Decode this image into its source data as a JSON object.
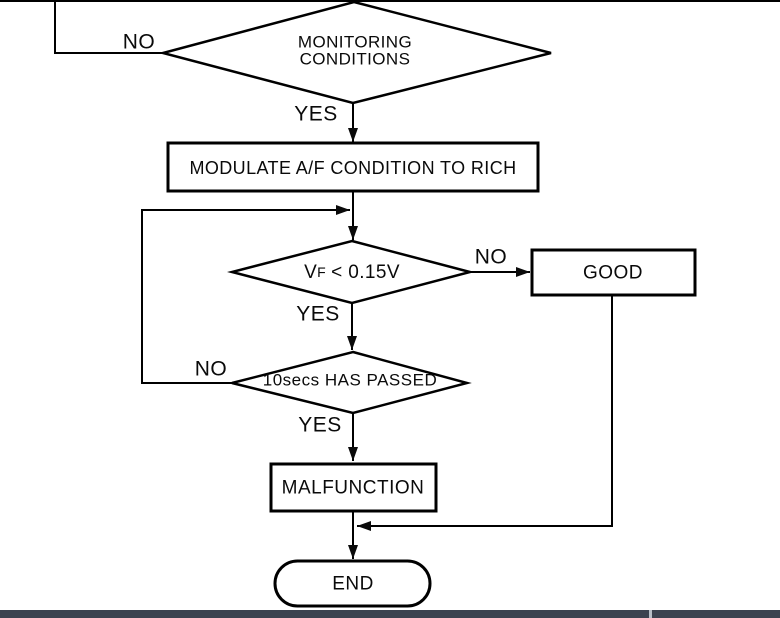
{
  "canvas": {
    "background": "#ffffff",
    "ink": "#000000",
    "top_border_color": "#000000"
  },
  "nodes": {
    "monitoring": {
      "line1": "MONITORING",
      "line2": "CONDITIONS"
    },
    "modulate": {
      "label": "MODULATE A/F CONDITION TO RICH"
    },
    "vf": {
      "base": "V",
      "subscript": "F",
      "rest": "< 0.15V"
    },
    "good": {
      "label": "GOOD"
    },
    "tensecs": {
      "label": "10secs HAS PASSED"
    },
    "malfunction": {
      "label": "MALFUNCTION"
    },
    "end": {
      "label": "END"
    }
  },
  "edge_labels": {
    "monitoring_no": "NO",
    "monitoring_yes": "YES",
    "vf_no": "NO",
    "vf_yes": "YES",
    "tensecs_no": "NO",
    "tensecs_yes": "YES"
  },
  "statusbar": {
    "bar_color": "#3C4350",
    "divider_color": "#B8BFC8"
  }
}
